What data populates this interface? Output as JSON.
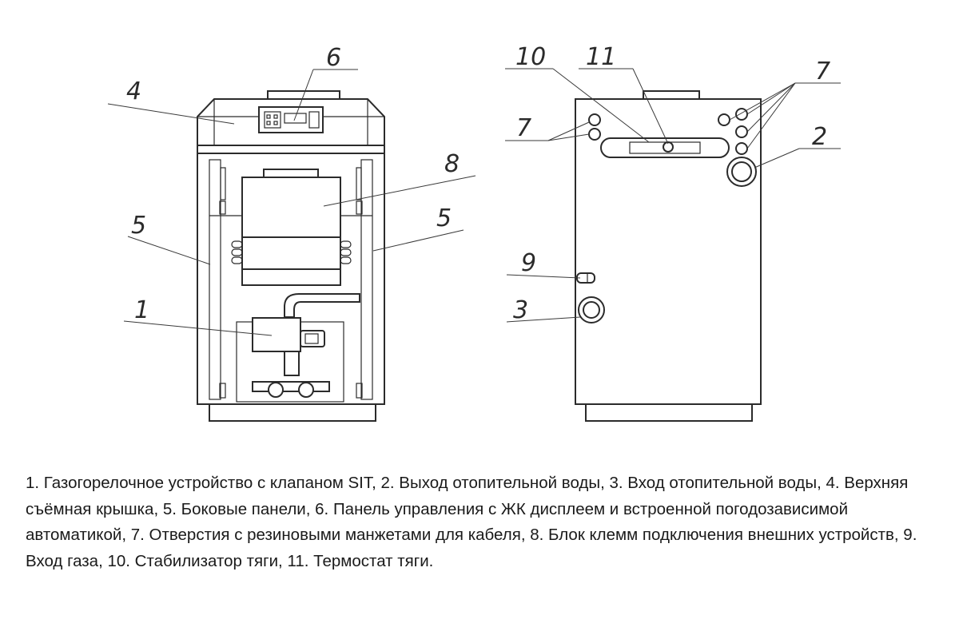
{
  "labels": {
    "front": {
      "l1": "1",
      "l4": "4",
      "l5_left": "5",
      "l5_right": "5",
      "l6": "6",
      "l8": "8"
    },
    "back": {
      "l2": "2",
      "l3": "3",
      "l7_left": "7",
      "l7_right": "7",
      "l9": "9",
      "l10": "10",
      "l11": "11"
    }
  },
  "caption": "1. Газогорелочное устройство с клапаном SIT,  2. Выход отопительной воды, 3. Вход отопительной воды,  4. Верхняя съёмная крышка,  5. Боковые панели, 6. Панель управления с ЖК дисплеем и встроенной погодозависимой автоматикой,  7. Отверстия с резиновыми манжетами для кабеля,  8. Блок клемм подключения внешних устройств, 9. Вход газа, 10. Стабилизатор тяги, 11. Термостат тяги."
}
